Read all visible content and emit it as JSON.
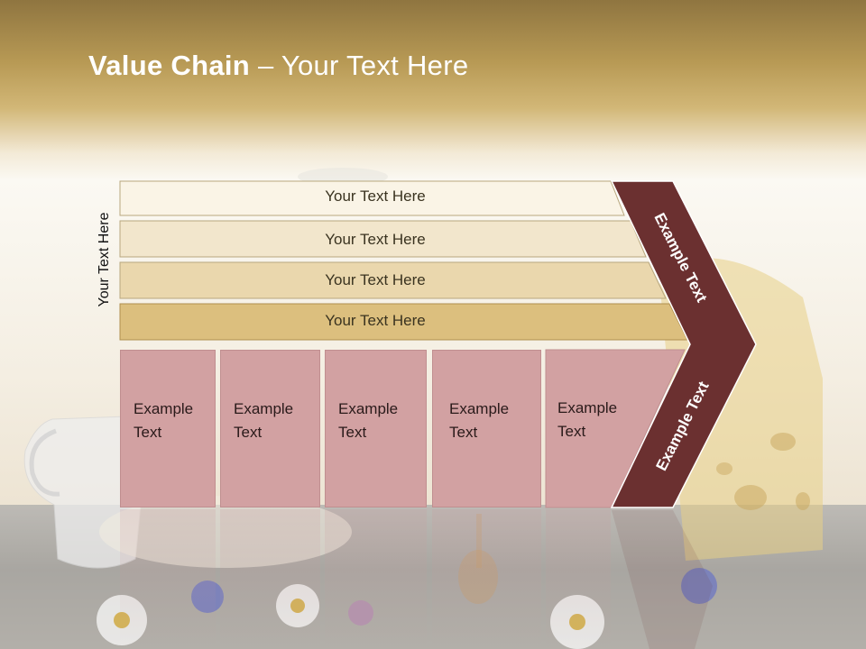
{
  "slide": {
    "title_bold": "Value Chain",
    "title_rest": " – Your Text Here",
    "side_label": "Your Text Here",
    "bars": [
      {
        "label": "Your Text Here"
      },
      {
        "label": "Your Text Here"
      },
      {
        "label": "Your Text Here"
      },
      {
        "label": "Your Text Here"
      }
    ],
    "cells": [
      {
        "label": "Example\nText"
      },
      {
        "label": "Example\nText"
      },
      {
        "label": "Example\nText"
      },
      {
        "label": "Example\nText"
      },
      {
        "label": "Example\nText"
      }
    ],
    "chevron_upper": "Example Text",
    "chevron_lower": "Example Text"
  },
  "colors": {
    "header_gold": "#b89a55",
    "bar_1": "#faf4e6",
    "bar_2": "#f2e6cc",
    "bar_3": "#ead7ad",
    "bar_4": "#dcbf7e",
    "cell_pink": "#d2a1a2",
    "chevron_maroon": "#6b3030"
  }
}
